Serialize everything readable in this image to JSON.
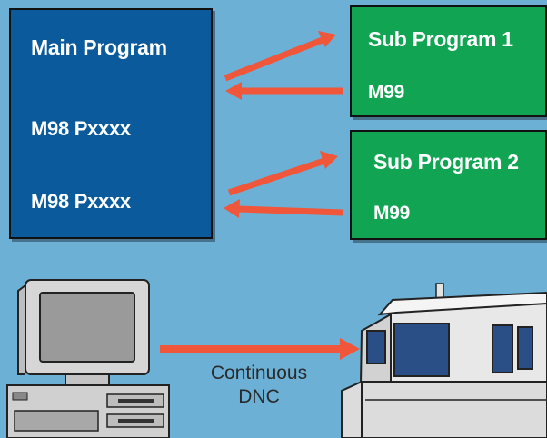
{
  "main_program": {
    "title": "Main Program",
    "call_1": "M98 Pxxxx",
    "call_2": "M98 Pxxxx"
  },
  "sub_program_1": {
    "title": "Sub Program 1",
    "return": "M99"
  },
  "sub_program_2": {
    "title": "Sub Program 2",
    "return": "M99"
  },
  "dnc": {
    "line1": "Continuous",
    "line2": "DNC"
  },
  "colors": {
    "background": "#6cb0d6",
    "main_box": "#0a5a9c",
    "sub_box": "#11a553",
    "arrow": "#f0563a",
    "text": "#ffffff"
  }
}
